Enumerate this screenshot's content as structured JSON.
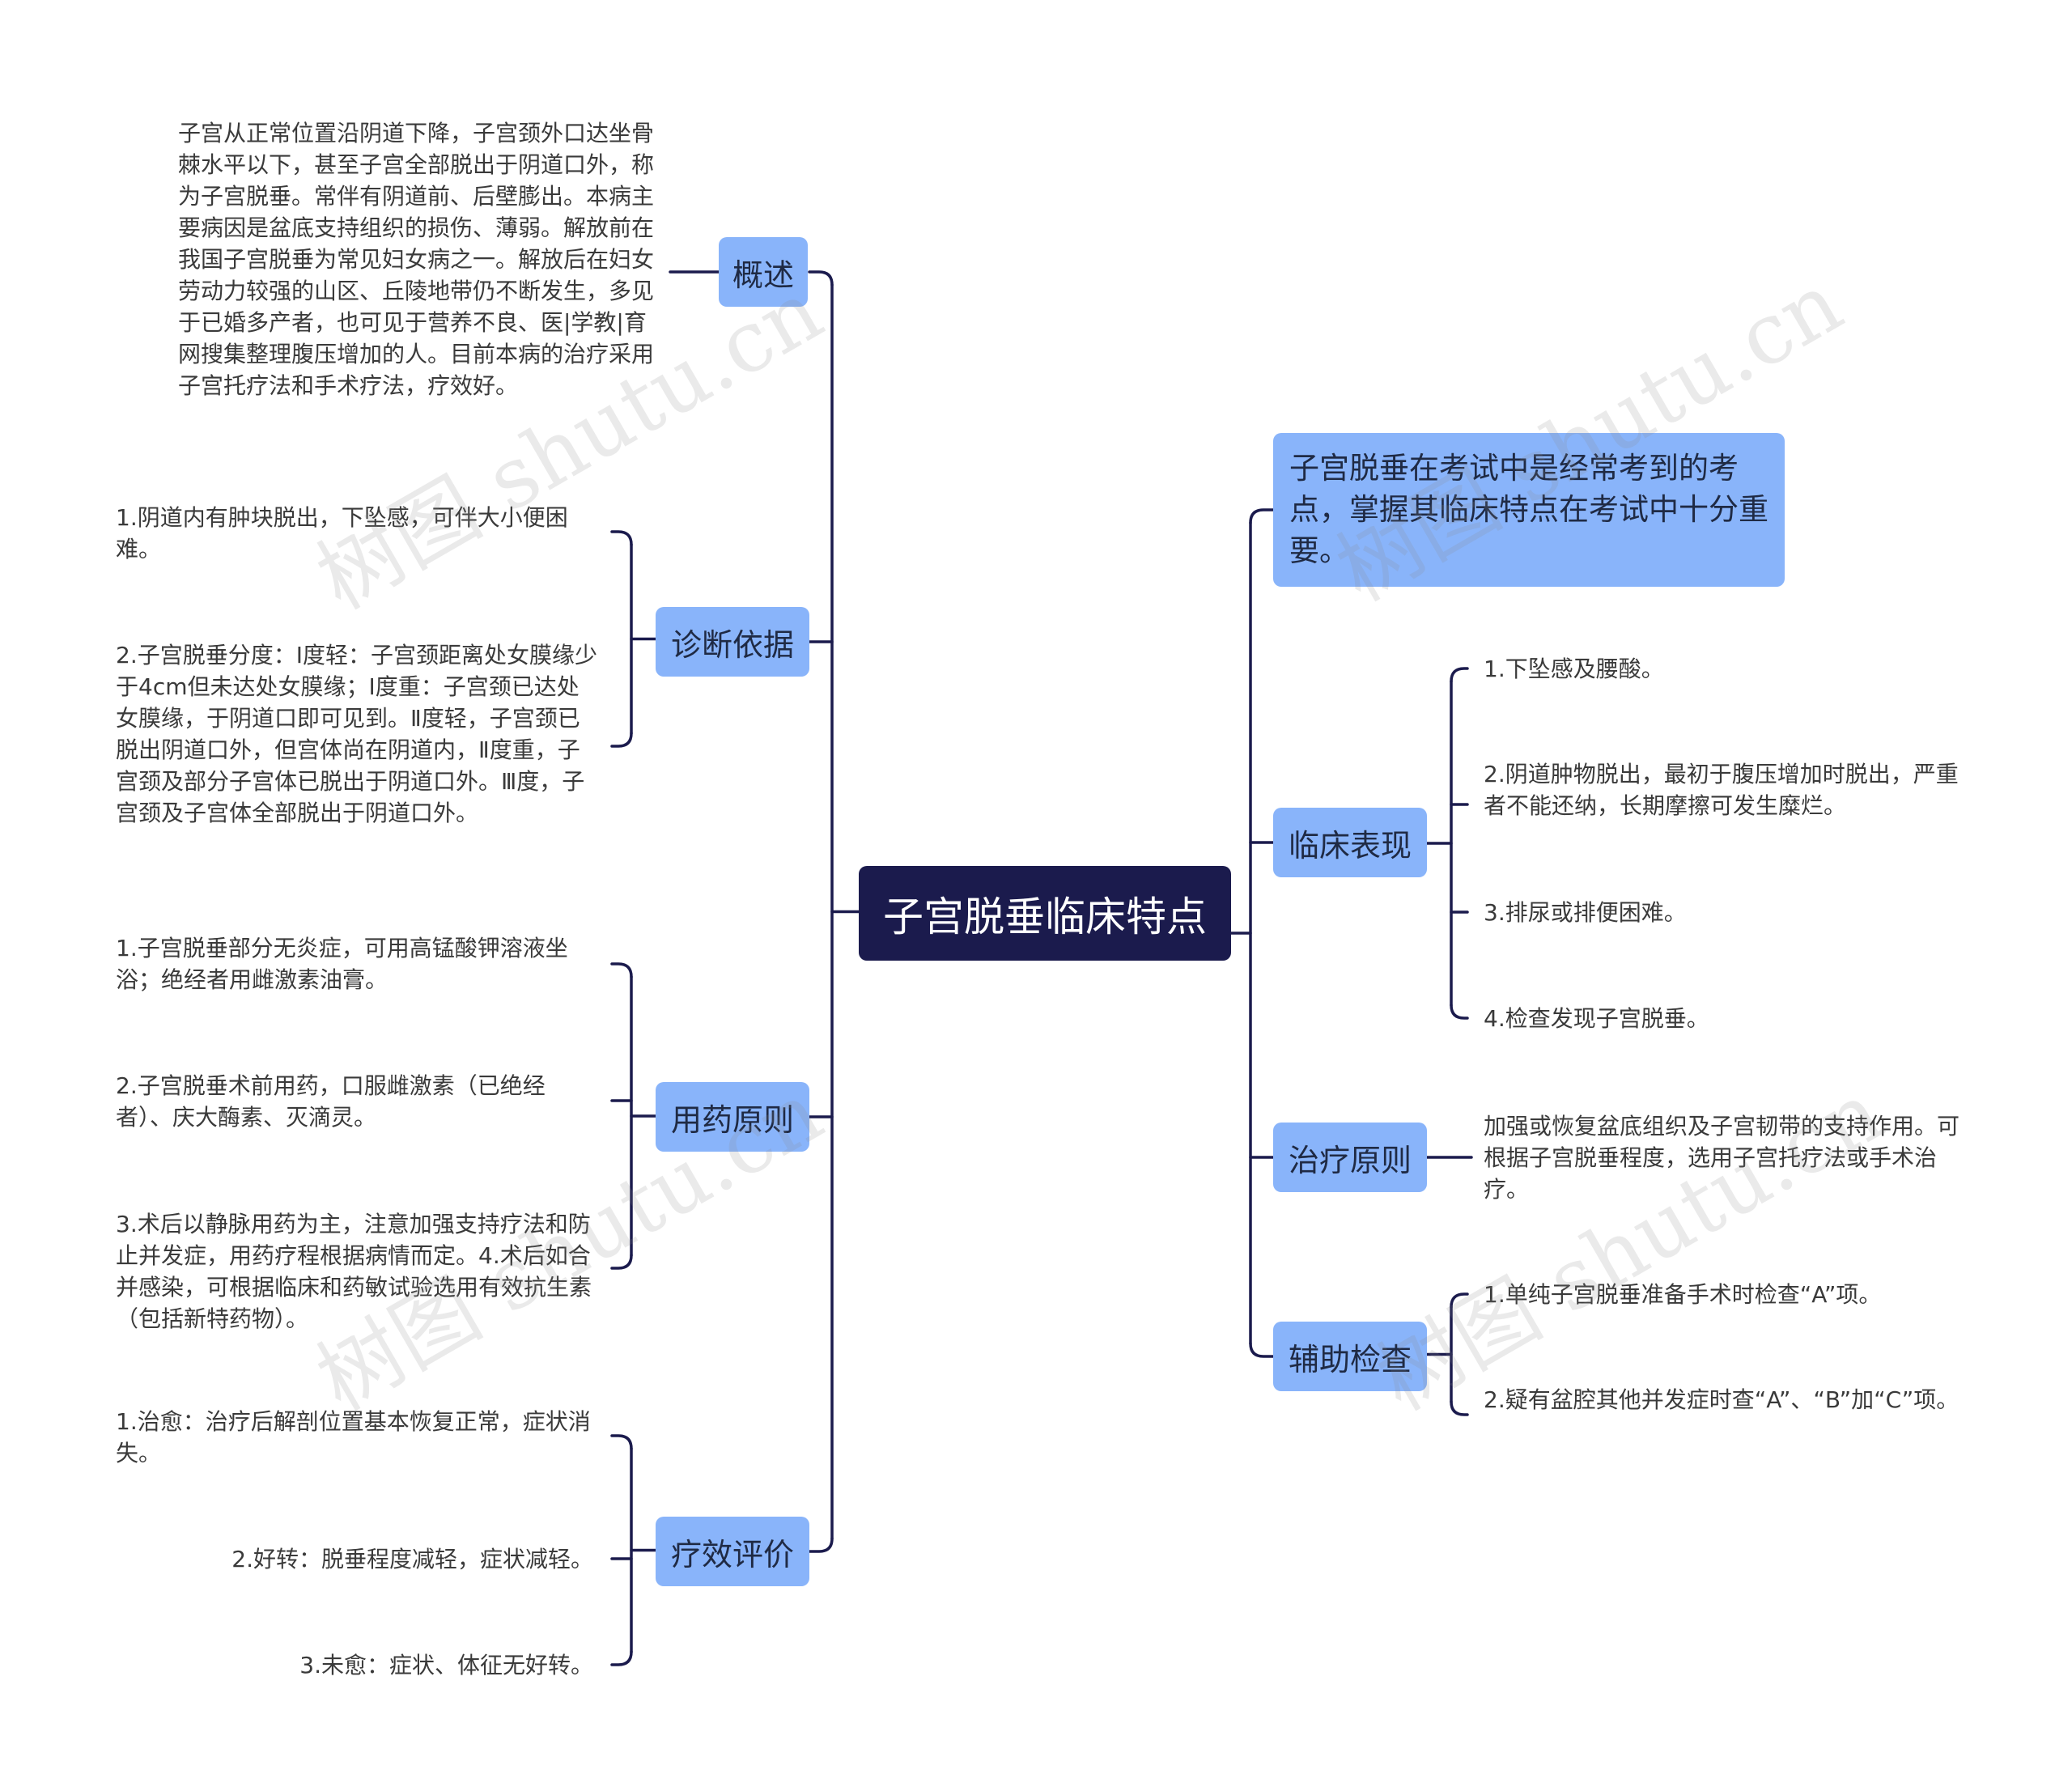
{
  "root": {
    "title": "子宫脱垂临床特点"
  },
  "intro": {
    "text": "子宫脱垂在考试中是经常考到的考点，掌握其临床特点在考试中十分重要。"
  },
  "left": [
    {
      "label": "概述",
      "children": [
        "子宫从正常位置沿阴道下降，子宫颈外口达坐骨棘水平以下，甚至子宫全部脱出于阴道口外，称为子宫脱垂。常伴有阴道前、后壁膨出。本病主要病因是盆底支持组织的损伤、薄弱。解放前在我国子宫脱垂为常见妇女病之一。解放后在妇女劳动力较强的山区、丘陵地带仍不断发生，多见于已婚多产者，也可见于营养不良、医|学教|育网搜集整理腹压增加的人。目前本病的治疗采用子宫托疗法和手术疗法，疗效好。"
      ]
    },
    {
      "label": "诊断依据",
      "children": [
        "1.阴道内有肿块脱出，下坠感，可伴大小便困难。",
        "2.子宫脱垂分度：Ⅰ度轻：子宫颈距离处女膜缘少于4cm但未达处女膜缘；Ⅰ度重：子宫颈已达处女膜缘，于阴道口即可见到。Ⅱ度轻，子宫颈已脱出阴道口外，但宫体尚在阴道内，Ⅱ度重，子宫颈及部分子宫体已脱出于阴道口外。Ⅲ度，子宫颈及子宫体全部脱出于阴道口外。"
      ]
    },
    {
      "label": "用药原则",
      "children": [
        "1.子宫脱垂部分无炎症，可用高锰酸钾溶液坐浴；绝经者用雌激素油膏。",
        "2.子宫脱垂术前用药，口服雌激素（已绝经者）、庆大酶素、灭滴灵。",
        "3.术后以静脉用药为主，注意加强支持疗法和防止并发症，用药疗程根据病情而定。4.术后如合并感染，可根据临床和药敏试验选用有效抗生素（包括新特药物）。"
      ]
    },
    {
      "label": "疗效评价",
      "children": [
        "1.治愈：治疗后解剖位置基本恢复正常，症状消失。",
        "2.好转：脱垂程度减轻，症状减轻。",
        "3.未愈：症状、体征无好转。"
      ]
    }
  ],
  "right": [
    {
      "label": "临床表现",
      "children": [
        "1.下坠感及腰酸。",
        "2.阴道肿物脱出，最初于腹压增加时脱出，严重者不能还纳，长期摩擦可发生糜烂。",
        "3.排尿或排便困难。",
        "4.检查发现子宫脱垂。"
      ]
    },
    {
      "label": "治疗原则",
      "children": [
        "加强或恢复盆底组织及子宫韧带的支持作用。可根据子宫脱垂程度，选用子宫托疗法或手术治疗。"
      ]
    },
    {
      "label": "辅助检查",
      "children": [
        "1.单纯子宫脱垂准备手术时检查“A”项。",
        "2.疑有盆腔其他并发症时查“A”、“B”加“C”项。"
      ]
    }
  ],
  "watermark": "树图 shutu.cn",
  "colors": {
    "root": "#1b1b4d",
    "branch": "#89b4fa",
    "line": "#1b1b4d"
  }
}
